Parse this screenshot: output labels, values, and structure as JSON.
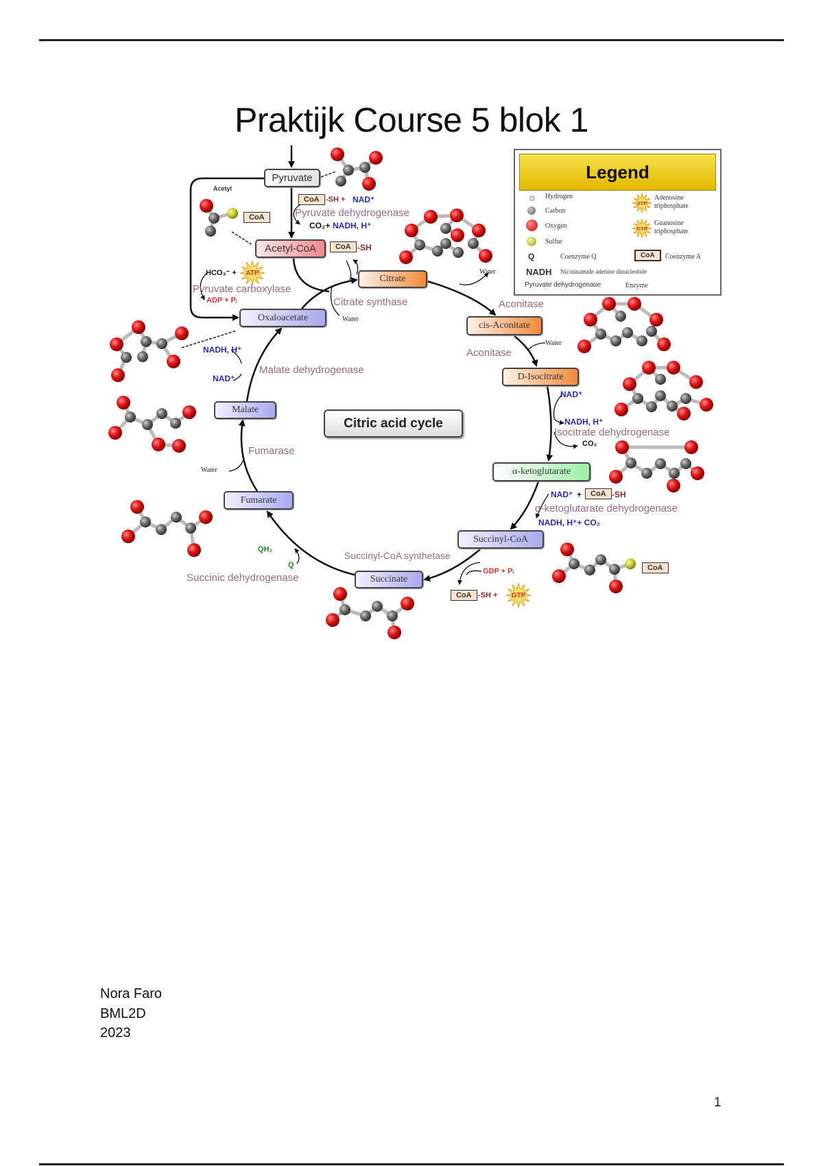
{
  "page": {
    "title": "Praktijk Course 5 blok 1",
    "author": "Nora Faro",
    "class": "BML2D",
    "year": "2023",
    "page_number": "1"
  },
  "diagram": {
    "center_label": "Citric acid cycle",
    "acetyl_label": "Acetyl",
    "intermediates": {
      "pyruvate": "Pyruvate",
      "acetyl_coa": "Acetyl-CoA",
      "citrate": "Citrate",
      "cis_aconitate": "cis-Aconitate",
      "d_isocitrate": "D-Isocitrate",
      "alpha_ketoglutarate": "α-ketoglutarate",
      "succinyl_coa": "Succinyl-CoA",
      "succinate": "Succinate",
      "fumarate": "Fumarate",
      "malate": "Malate",
      "oxaloacetate": "Oxaloacetate"
    },
    "enzymes": {
      "pyruvate_dehydrogenase": "Pyruvate dehydrogenase",
      "pyruvate_carboxylase": "Pyruvate carboxylase",
      "citrate_synthase": "Citrate synthase",
      "aconitase_1": "Aconitase",
      "aconitase_2": "Aconitase",
      "isocitrate_dehydrogenase": "Isocitrate dehydrogenase",
      "akg_dehydrogenase": "α-ketoglutarate dehydrogenase",
      "succinyl_coa_synthetase": "Succinyl-CoA synthetase",
      "succinic_dehydrogenase": "Succinic dehydrogenase",
      "fumarase": "Fumarase",
      "malate_dehydrogenase": "Malate dehydrogenase"
    },
    "cofactors": {
      "coa": "CoA",
      "sh": "-SH",
      "plus": "+",
      "nad_plus": "NAD⁺",
      "nadh_h": "NADH, H⁺",
      "co2_nadh": "CO₂+",
      "co2": "CO₂",
      "nadh_h_co2": "NADH, H⁺+ CO₂",
      "hco3_plus": "HCO₃⁻ +",
      "atp": "ATP",
      "gtp": "GTP",
      "adp_pi": "ADP + Pᵢ",
      "gdp_pi": "GDP + Pᵢ",
      "water": "Water",
      "q": "Q",
      "qh2": "QH₂",
      "sh_plus": "-SH +",
      "sh_plus_nad": "-SH + "
    }
  },
  "legend": {
    "title": "Legend",
    "items": [
      {
        "symbol": "hydrogen-atom",
        "label": "Hydrogen"
      },
      {
        "symbol": "carbon-atom",
        "label": "Carbon"
      },
      {
        "symbol": "oxygen-atom",
        "label": "Oxygen"
      },
      {
        "symbol": "sulfur-atom",
        "label": "Sulfur"
      },
      {
        "symbol": "Q",
        "label": "Coenzyme Q"
      },
      {
        "symbol": "NADH",
        "label": "Nicotinamide adenine dinucleotide"
      },
      {
        "symbol": "Pyruvate dehydrogenase",
        "label": "Enzyme"
      },
      {
        "symbol": "ATP",
        "label": "Adenosine triphosphate"
      },
      {
        "symbol": "GTP",
        "label": "Guanosine triphosphate"
      },
      {
        "symbol": "CoA",
        "label": "Coenzyme A"
      }
    ],
    "colors": {
      "oxygen": "#d42020",
      "carbon": "#6a6a6a",
      "hydrogen": "#dddddd",
      "sulfur": "#c8d040",
      "enzyme_text": "#9a6a7c",
      "nadh_text": "#2a2aa8",
      "q_text": "#1f8a2a",
      "header": "#f0d020"
    }
  }
}
